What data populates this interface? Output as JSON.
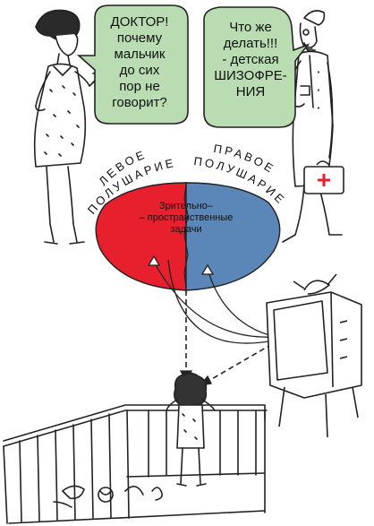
{
  "bubbles": {
    "left": {
      "lines": [
        "ДОКТОР!",
        "почему",
        "мальчик",
        "до сих",
        "пор не",
        "говорит?"
      ],
      "fill": "#b9dcb3"
    },
    "right": {
      "lines": [
        "Что же",
        "делать!!!",
        "- детская",
        "ШИЗОФРЕ-",
        "НИЯ"
      ],
      "fill": "#b9dcb3"
    }
  },
  "hemispheres": {
    "left_label_top": "ЛЕВОЕ",
    "left_label_bottom": "ПОЛУШАРИЕ",
    "right_label_top": "ПРАВОЕ",
    "right_label_bottom": "ПОЛУШАРИЕ",
    "left_color": "#e8202e",
    "right_color": "#5a86b8",
    "center_lines": [
      "Зрительно–",
      "– пространственные",
      "задачи"
    ]
  },
  "icons": {
    "mother": "woman-figure",
    "doctor": "doctor-figure",
    "bag": "medical-bag-icon",
    "tv": "television-icon",
    "crib": "playpen-icon",
    "child": "child-figure"
  }
}
